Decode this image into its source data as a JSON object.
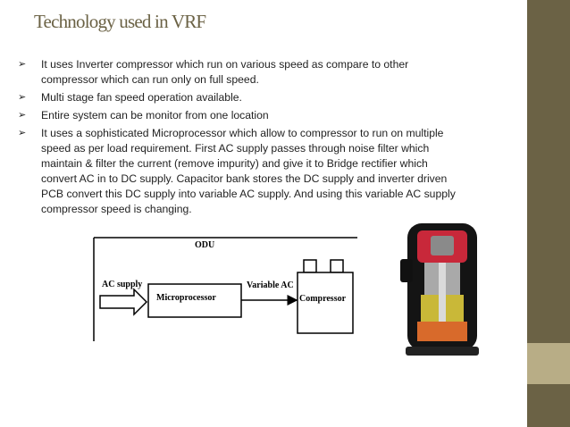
{
  "slide": {
    "title": "Technology used in VRF",
    "bullet_marker": "➢",
    "bullets": [
      {
        "line1": "It uses Inverter compressor which run on various speed as compare to other",
        "line2": "compressor which can run only on full speed."
      },
      {
        "line1": "Multi stage fan speed operation available."
      },
      {
        "line1": "Entire system can be monitor from one location"
      },
      {
        "line1": "It uses a sophisticated Microprocessor which allow to compressor to run on multiple",
        "line2": "speed as per load requirement. First AC supply passes through noise filter which",
        "line3": "maintain & filter the current (remove impurity) and give it to Bridge rectifier which",
        "line4": "convert AC in to DC supply. Capacitor bank stores the DC supply and inverter driven",
        "line5": "PCB convert this DC supply into variable AC supply. And using this variable AC supply",
        "line6": "compressor speed is changing."
      }
    ]
  },
  "diagram": {
    "odu_label": "ODU",
    "ac_supply_label": "AC supply",
    "microprocessor_label": "Microprocessor",
    "variable_ac_label": "Variable AC",
    "compressor_label": "Compressor"
  },
  "colors": {
    "title": "#6b6245",
    "sidebar": "#6b6245",
    "sidebar_accent": "#b8ad86"
  }
}
